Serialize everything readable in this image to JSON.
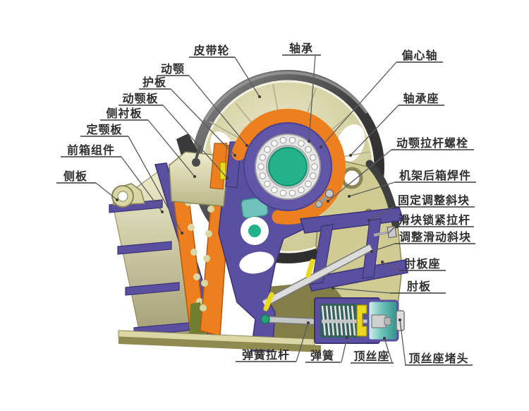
{
  "diagram": {
    "type": "technical-cutaway-diagram",
    "subject": "jaw-crusher-structure",
    "labels": [
      {
        "id": "belt-pulley",
        "text": "皮带轮"
      },
      {
        "id": "bearing",
        "text": "轴承"
      },
      {
        "id": "eccentric-shaft",
        "text": "偏心轴"
      },
      {
        "id": "bearing-seat",
        "text": "轴承座"
      },
      {
        "id": "movable-jaw",
        "text": "动颚"
      },
      {
        "id": "guard-plate",
        "text": "护板"
      },
      {
        "id": "movable-jaw-plate",
        "text": "动颚板"
      },
      {
        "id": "side-lining-plate",
        "text": "侧衬板"
      },
      {
        "id": "fixed-jaw-plate",
        "text": "定颚板"
      },
      {
        "id": "front-box-assembly",
        "text": "前箱组件"
      },
      {
        "id": "side-plate",
        "text": "侧板"
      },
      {
        "id": "movable-jaw-tie-rod-bolt",
        "text": "动颚拉杆螺栓"
      },
      {
        "id": "frame-rear-box-weldment",
        "text": "机架后箱焊件"
      },
      {
        "id": "fixed-adjusting-wedge",
        "text": "固定调整斜块"
      },
      {
        "id": "slider-locking-tie-rod",
        "text": "滑块锁紧拉杆"
      },
      {
        "id": "adjusting-sliding-wedge",
        "text": "调整滑动斜块"
      },
      {
        "id": "toggle-plate-seat",
        "text": "肘板座"
      },
      {
        "id": "toggle-plate",
        "text": "肘板"
      },
      {
        "id": "spring-tie-rod",
        "text": "弹簧拉杆"
      },
      {
        "id": "spring",
        "text": "弹簧"
      },
      {
        "id": "jack-screw-seat",
        "text": "顶丝座"
      },
      {
        "id": "jack-screw-seat-plug",
        "text": "顶丝座堵头"
      }
    ],
    "colors": {
      "frame_purple": "#5b50a0",
      "jaw_plate_orange": "#ee7f1e",
      "shaft_teal": "#23b289",
      "flywheel_khaki": "#d9d7a4",
      "frame_khaki": "#cfcb92",
      "base_olive": "#8f8a50",
      "rim_dark": "#3a3a3a",
      "accent_yellow": "#ead81f",
      "label_text": "#2f2f2f"
    }
  }
}
